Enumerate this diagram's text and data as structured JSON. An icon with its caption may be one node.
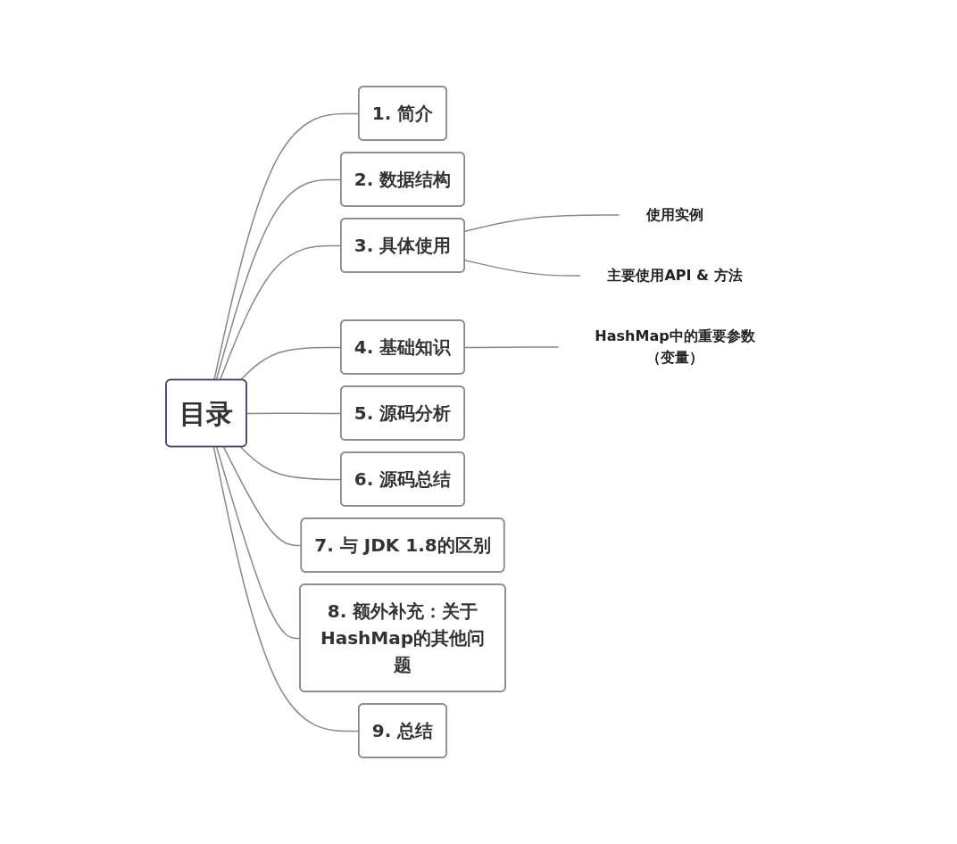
{
  "diagram": {
    "nodes": [
      {
        "text": [
          "目录"
        ]
      },
      {
        "text": [
          "1. 简介"
        ]
      },
      {
        "text": [
          "2. 数据结构"
        ]
      },
      {
        "text": [
          "3. 具体使用"
        ]
      },
      {
        "text": [
          "使用实例"
        ]
      },
      {
        "text": [
          "主要使用API  & 方法"
        ]
      },
      {
        "text": [
          "4. 基础知识"
        ]
      },
      {
        "text": [
          "HashMap中的重要参数（变量）"
        ]
      },
      {
        "text": [
          "5. 源码分析"
        ]
      },
      {
        "text": [
          "6. 源码总结"
        ]
      },
      {
        "text": [
          "7. 与 JDK 1.8的区别"
        ]
      },
      {
        "text": [
          "8. 额外补充：关于HashMap的其他问题"
        ]
      },
      {
        "text": [
          "9. 总结"
        ]
      }
    ],
    "edges": [
      {
        "from": 0,
        "to": 1,
        "arrow": "none"
      },
      {
        "from": 0,
        "to": 2,
        "arrow": "none"
      },
      {
        "from": 0,
        "to": 3,
        "arrow": "none"
      },
      {
        "from": 3,
        "to": 4,
        "arrow": "none"
      },
      {
        "from": 3,
        "to": 5,
        "arrow": "none"
      },
      {
        "from": 0,
        "to": 6,
        "arrow": "none"
      },
      {
        "from": 6,
        "to": 7,
        "arrow": "none"
      },
      {
        "from": 0,
        "to": 8,
        "arrow": "none"
      },
      {
        "from": 0,
        "to": 9,
        "arrow": "none"
      },
      {
        "from": 0,
        "to": 10,
        "arrow": "none"
      },
      {
        "from": 0,
        "to": 11,
        "arrow": "none"
      },
      {
        "from": 0,
        "to": 12,
        "arrow": "none"
      }
    ]
  }
}
